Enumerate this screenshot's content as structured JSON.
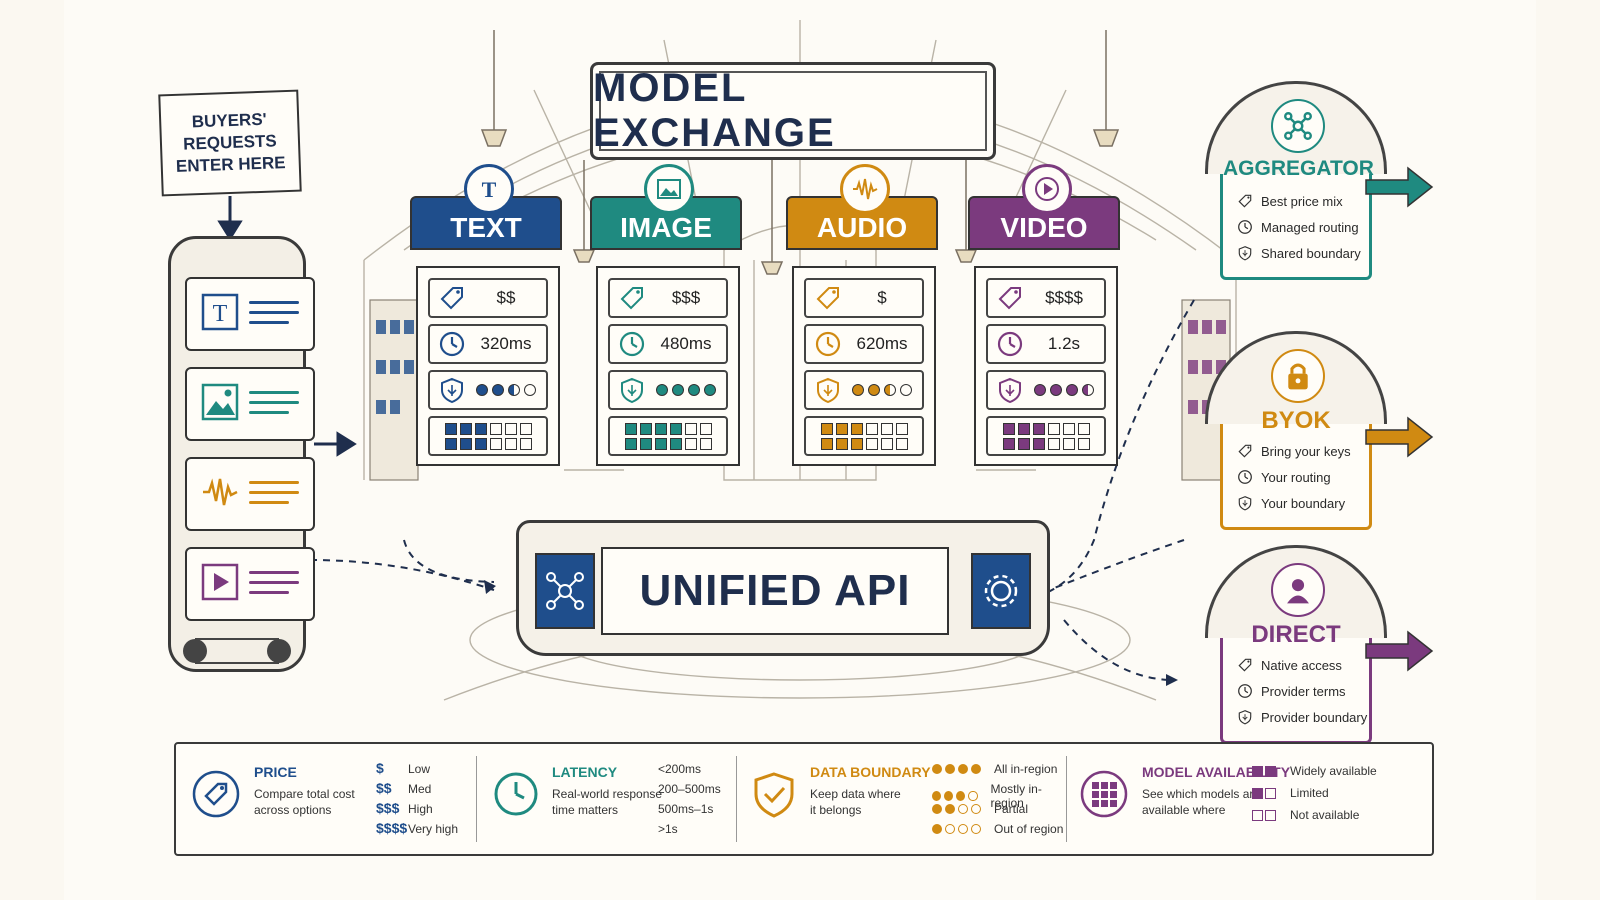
{
  "title": "MODEL EXCHANGE",
  "buyers_card": "BUYERS'\nREQUESTS\nENTER HERE",
  "unified_api": "UNIFIED API",
  "colors": {
    "text": "#1f4e8c",
    "image": "#1f8a80",
    "audio": "#d08a12",
    "video": "#7b3a7e",
    "ink": "#2b2b2b"
  },
  "stalls": [
    {
      "id": "text",
      "label": "TEXT",
      "price": "$$",
      "latency": "320ms",
      "boundary_filled": 2.5,
      "availability_filled": 3,
      "color": "#1f4e8c",
      "icon": "text-icon"
    },
    {
      "id": "image",
      "label": "IMAGE",
      "price": "$$$",
      "latency": "480ms",
      "boundary_filled": 4,
      "availability_filled": 4,
      "color": "#1f8a80",
      "icon": "image-icon"
    },
    {
      "id": "audio",
      "label": "AUDIO",
      "price": "$",
      "latency": "620ms",
      "boundary_filled": 2.5,
      "availability_filled": 3,
      "color": "#d08a12",
      "icon": "waveform-icon"
    },
    {
      "id": "video",
      "label": "VIDEO",
      "price": "$$$$",
      "latency": "1.2s",
      "boundary_filled": 3.5,
      "availability_filled": 3,
      "color": "#7b3a7e",
      "icon": "play-icon"
    }
  ],
  "doors": [
    {
      "id": "aggregator",
      "title": "AGGREGATOR",
      "color": "#1f8a80",
      "icon": "network-icon",
      "items": [
        "Best price mix",
        "Managed routing",
        "Shared boundary"
      ]
    },
    {
      "id": "byok",
      "title": "BYOK",
      "color": "#d08a12",
      "icon": "lock-icon",
      "items": [
        "Bring your keys",
        "Your routing",
        "Your boundary"
      ]
    },
    {
      "id": "direct",
      "title": "DIRECT",
      "color": "#7b3a7e",
      "icon": "person-icon",
      "items": [
        "Native access",
        "Provider terms",
        "Provider boundary"
      ]
    }
  ],
  "legend": {
    "price": {
      "title": "PRICE",
      "desc": "Compare total cost\nacross options",
      "keys": [
        {
          "sym": "$",
          "label": "Low"
        },
        {
          "sym": "$$",
          "label": "Med"
        },
        {
          "sym": "$$$",
          "label": "High"
        },
        {
          "sym": "$$$$",
          "label": "Very high"
        }
      ]
    },
    "latency": {
      "title": "LATENCY",
      "desc": "Real-world response\ntime matters",
      "keys": [
        "<200ms",
        "200–500ms",
        "500ms–1s",
        ">1s"
      ]
    },
    "boundary": {
      "title": "DATA BOUNDARY",
      "desc": "Keep data where\nit belongs",
      "keys": [
        {
          "filled": 4,
          "label": "All in-region"
        },
        {
          "filled": 3,
          "label": "Mostly in-region"
        },
        {
          "filled": 2,
          "label": "Partial"
        },
        {
          "filled": 1,
          "label": "Out of region"
        }
      ]
    },
    "availability": {
      "title": "MODEL AVAILABILITY",
      "desc": "See which models are\navailable where",
      "keys": [
        {
          "filled": 2,
          "label": "Widely available"
        },
        {
          "filled": 1,
          "label": "Limited"
        },
        {
          "filled": 0,
          "label": "Not available"
        }
      ]
    }
  }
}
